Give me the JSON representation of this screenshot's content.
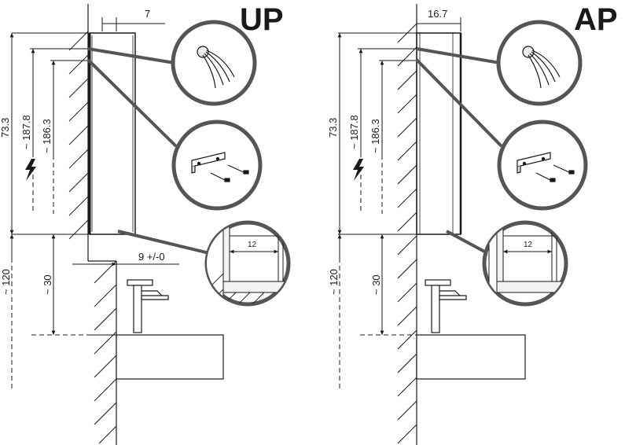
{
  "panels": [
    {
      "id": "up",
      "title": "UP",
      "depth_label": "7",
      "height_outer": "73.3",
      "height_mid": "~ 187.8",
      "height_inner": "~ 186.3",
      "below_total": "~ 120",
      "below_gap": "~ 30",
      "wall_offset": "9 +/-0",
      "detail_gap": "12"
    },
    {
      "id": "ap",
      "title": "AP",
      "depth_label": "16.7",
      "height_outer": "73.3",
      "height_mid": "~ 187.8",
      "height_inner": "~ 186.3",
      "below_total": "~ 120",
      "below_gap": "~ 30",
      "wall_offset": "",
      "detail_gap": "12"
    }
  ],
  "icons": [
    "cable-icon",
    "bracket-with-screws-icon",
    "electric-hazard-icon",
    "faucet-icon",
    "washbasin-icon"
  ],
  "colors": {
    "stroke": "#1a1a1a",
    "callout": "#555555",
    "detail_fill": "#f2f2f2"
  }
}
